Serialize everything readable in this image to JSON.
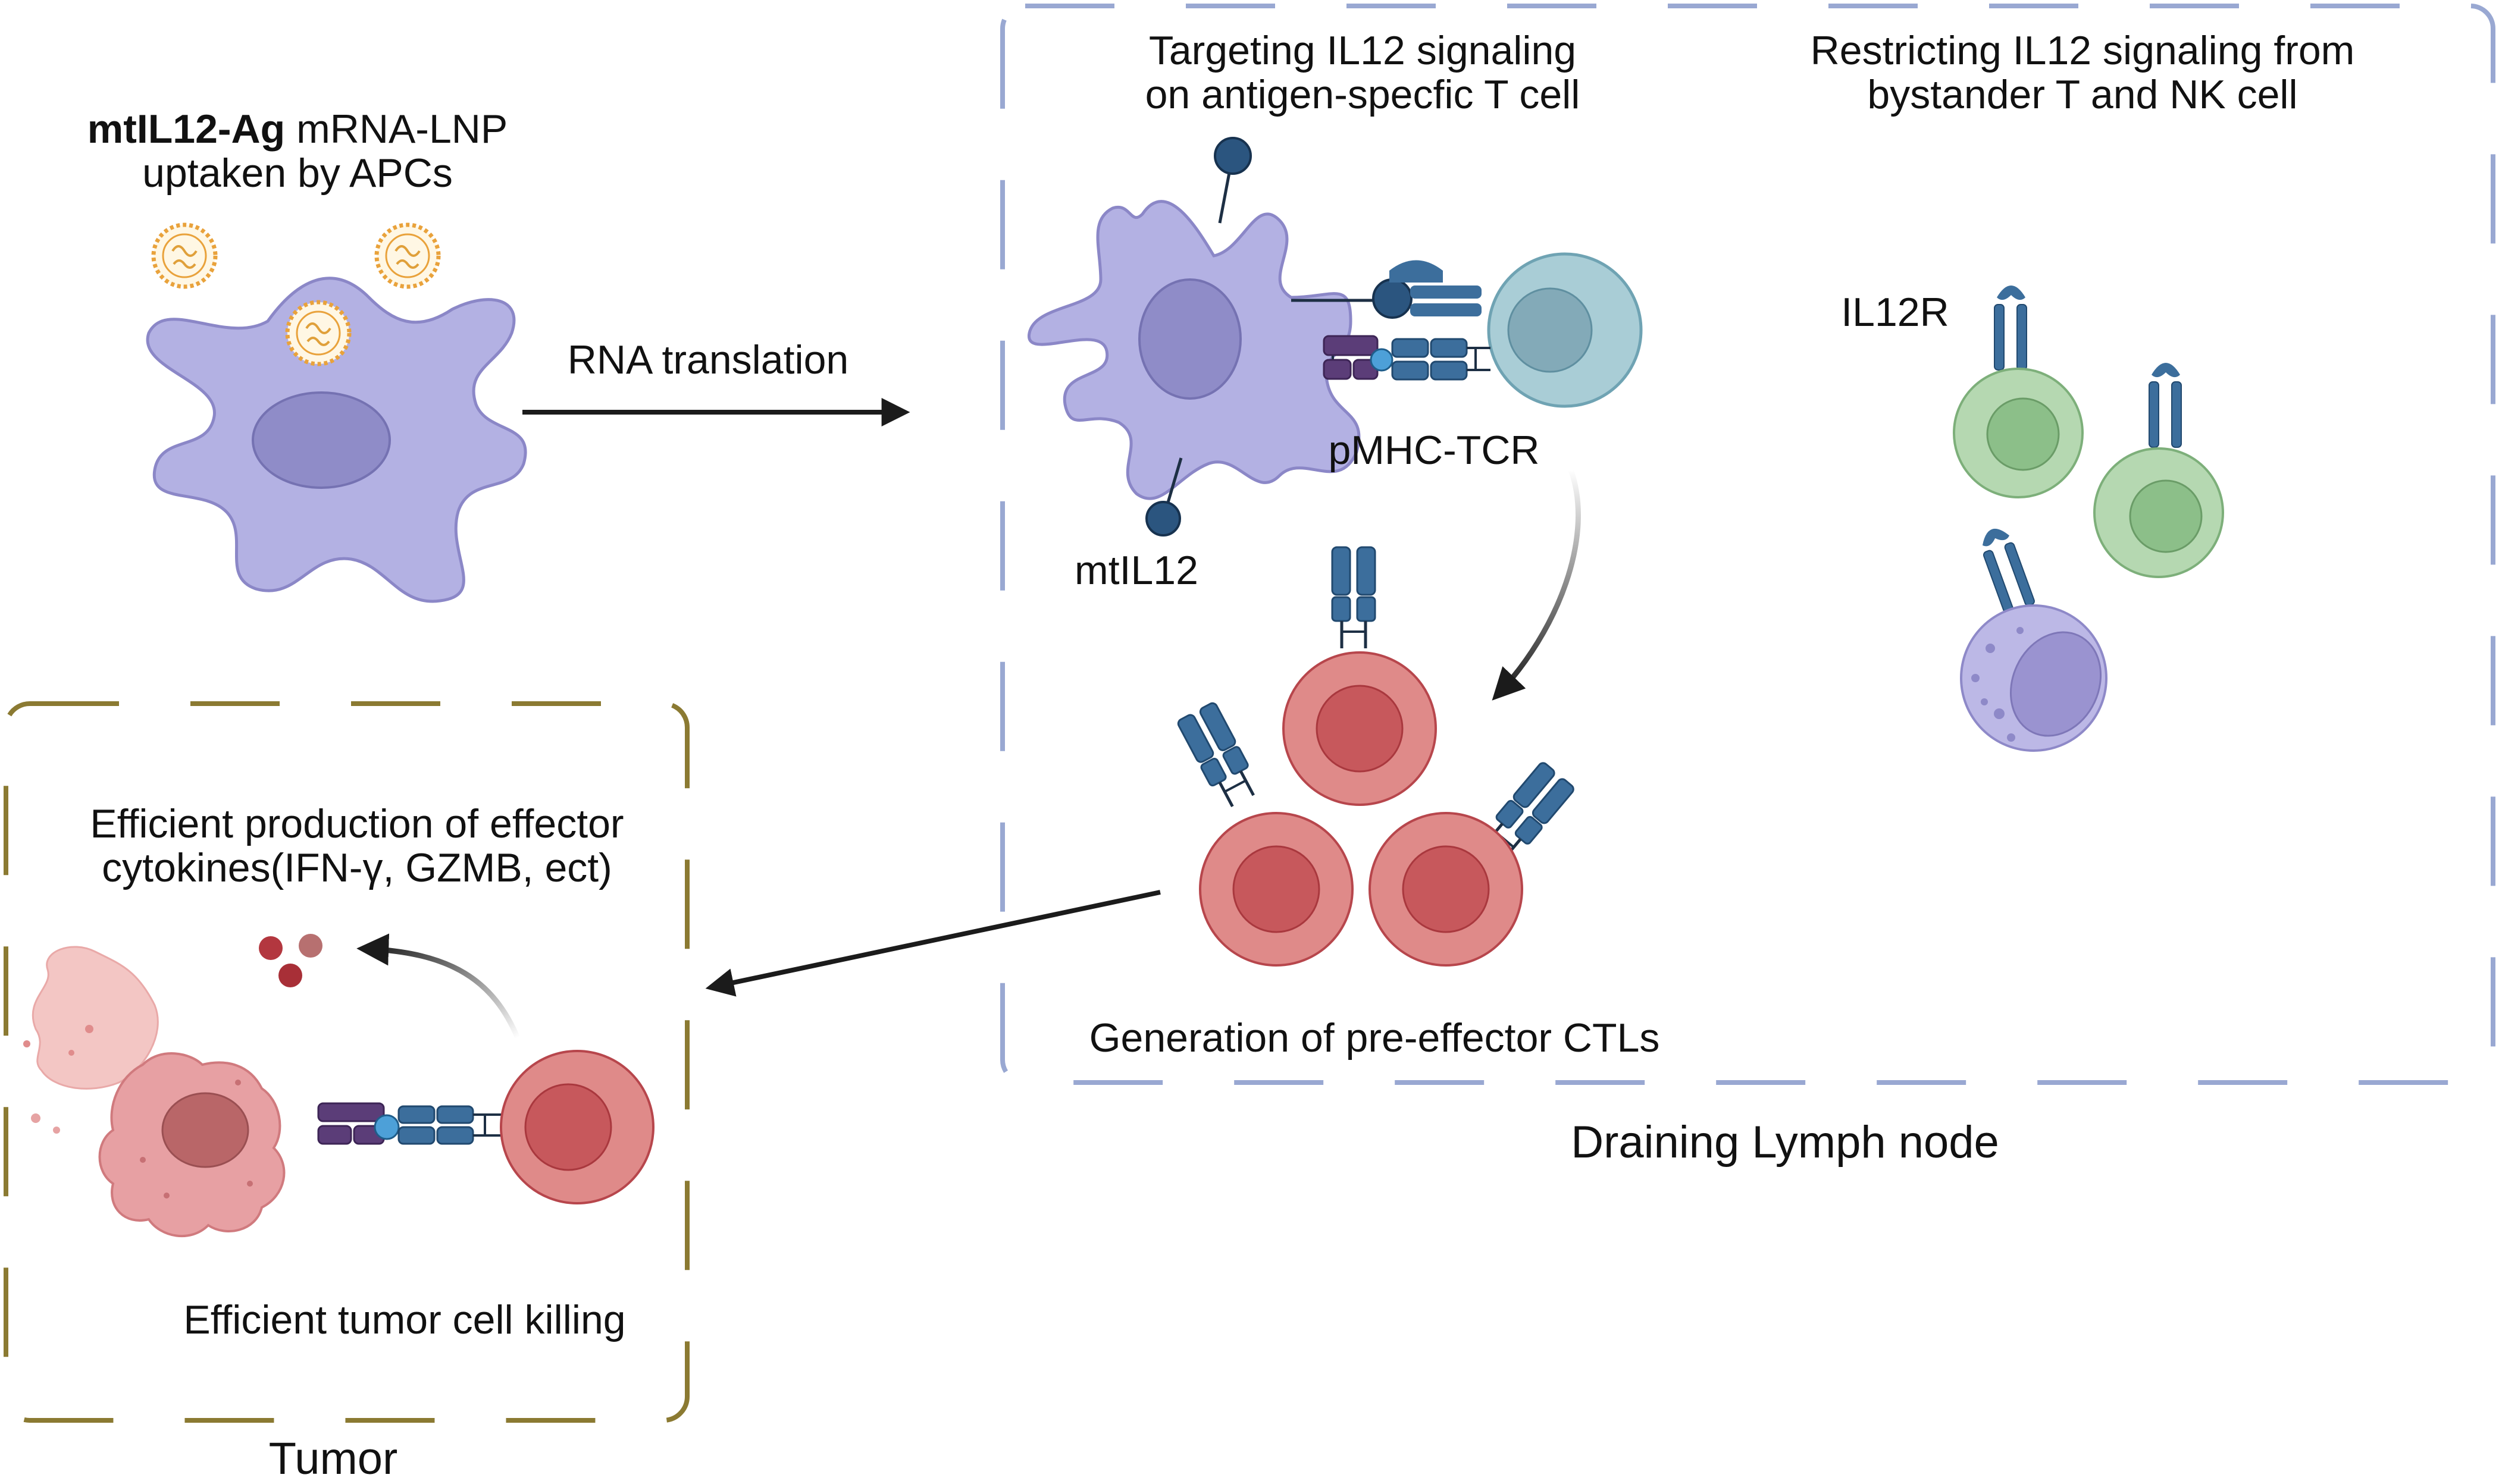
{
  "panel_apc": {
    "title_bold": "mtIL12-Ag",
    "title_rest": " mRNA-LNP",
    "title_line2": "uptaken by APCs"
  },
  "arrow_translation": {
    "label": "RNA translation"
  },
  "lymph_node": {
    "label": "Draining Lymph node",
    "targeting_line1": "Targeting IL12 signaling",
    "targeting_line2": "on antigen-specfic T cell",
    "restricting_line1": "Restricting IL12 signaling from",
    "restricting_line2": "bystander T and NK cell",
    "label_pmhc_tcr": "pMHC-TCR",
    "label_mtil12": "mtIL12",
    "label_il12r": "IL12R",
    "ctl_caption": "Generation of pre-effector CTLs"
  },
  "tumor": {
    "label": "Tumor",
    "cytokine_line1": "Efficient production of effector",
    "cytokine_line2": "cytokines(IFN-γ, GZMB, ect)",
    "killing_caption": "Efficient tumor cell killing"
  },
  "colors": {
    "apc_body": "#b3b1e3",
    "apc_nucleus": "#8f8cc8",
    "t_cell": "#a9cdd6",
    "ctl_cell": "#df8a89",
    "ctl_nucleus": "#c7585c",
    "bystander_t": "#b5d8b1",
    "nk_cell": "#bcb8e6",
    "lymph_border": "#99a8d2",
    "tumor_border": "#8b7a32",
    "receptor": "#3c6e9c",
    "mhc": "#5b3d78"
  }
}
